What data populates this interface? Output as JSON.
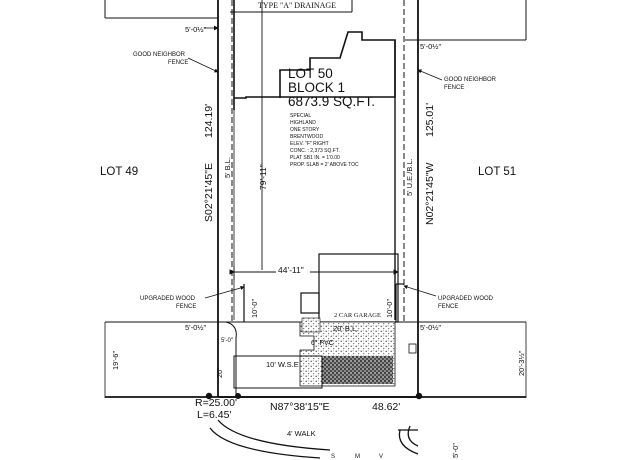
{
  "drainage_label": "TYPE \"A\" DRAINAGE",
  "lot": {
    "title": "LOT 50",
    "block": "BLOCK 1",
    "area": "6873.9 SQ.FT.",
    "notes": [
      "SPECIAL",
      "HIGHLAND",
      "ONE STORY",
      "BRENTWOOD",
      "ELEV. \"F\" RIGHT",
      "CONC. : 2,373 SQ.FT.",
      "PLAT SB1 IN. = 1'0.00",
      "PROP. SLAB = 2' ABOVE TOC"
    ]
  },
  "neighbors": {
    "left": "LOT 49",
    "right": "LOT 51"
  },
  "bearings": {
    "west_side": "S02°21'45\"E",
    "west_length": "124.19'",
    "east_side": "N02°21'45\"W",
    "east_length": "125.01'",
    "front": "N87°38'15\"E",
    "front_length": "48.62'"
  },
  "fences": {
    "good_neighbor_left": [
      "GOOD NEIGHBOR",
      "FENCE"
    ],
    "good_neighbor_right": [
      "GOOD NEIGHBOR",
      "FENCE"
    ],
    "upgraded_left": [
      "UPGRADED WOOD",
      "FENCE"
    ],
    "upgraded_right": [
      "UPGRADED WOOD",
      "FENCE"
    ]
  },
  "dimensions": {
    "setback_top_left": "5'-0½\"",
    "setback_top_right": "5'-0½\"",
    "setback_mid_left": "5'-0½\"",
    "setback_mid_right": "5'-0½\"",
    "bl_left": "5' B.L.",
    "bl_right": "5' U.E./B.L.",
    "depth": "79'-11\"",
    "width": "44'-11\"",
    "ten_left": "10'-0\"",
    "ten_right": "10'-0\"",
    "garage": "2 CAR GARAGE",
    "bl_20": "20' B.L.",
    "pvc": "6\" PVC",
    "wse": "10' W.S.E",
    "left_19": "19'-6\"",
    "right_20": "20'-3½\"",
    "twenty_left": "20'",
    "radius": "R=25.00'",
    "arc": "L=6.45'",
    "walk": "4' WALK",
    "bottom_right": "5'-0\"",
    "ruler_letters": [
      "S",
      "M",
      "V"
    ]
  },
  "colors": {
    "ink": "#111111",
    "paper": "#ffffff",
    "hatch": "#555555"
  }
}
